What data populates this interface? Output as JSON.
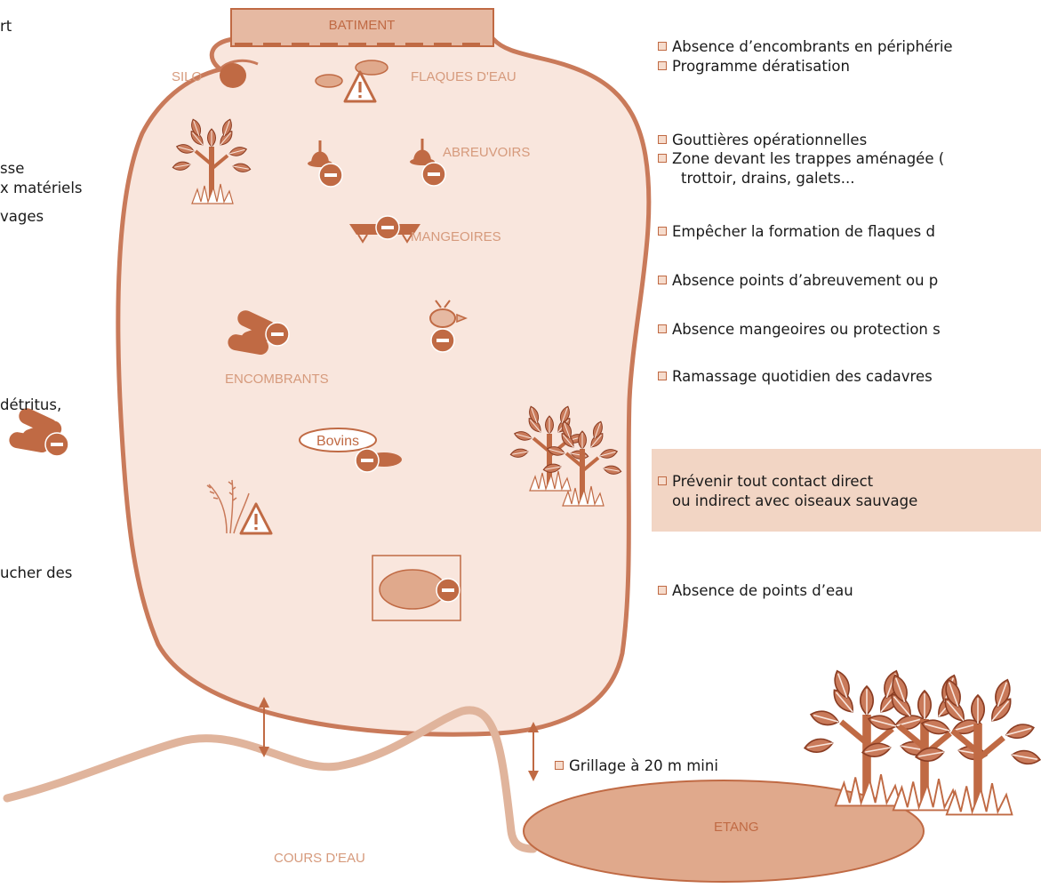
{
  "colors": {
    "field": "#f9e6dd",
    "outline": "#c97a5a",
    "dark": "#c06a44",
    "label": "#d69a7c",
    "highlight": "#f2d5c4"
  },
  "diagram": {
    "building": "BATIMENT",
    "silo": "SILO",
    "puddles": "FLAQUES D'EAU",
    "troughs": "ABREUVOIRS",
    "feeders": "MANGEOIRES",
    "clutter": "ENCOMBRANTS",
    "cattle": "Bovins",
    "stream": "COURS D'EAU",
    "pond": "ETANG"
  },
  "left_fragments": [
    "rt",
    "sse",
    "x matériels",
    "vages",
    "détritus,",
    "ucher des"
  ],
  "checklist": [
    "Absence d’encombrants en périphérie",
    "Programme dératisation",
    "Gouttières opérationnelles",
    "Zone devant les trappes aménagée (",
    "trottoir, drains, galets...",
    "Empêcher la formation de flaques d",
    "Absence points d’abreuvement ou p",
    "Absence mangeoires ou protection s",
    "Ramassage quotidien des cadavres",
    "Prévenir tout contact direct",
    "ou indirect avec oiseaux sauvage",
    "Absence de points d’eau",
    "Grillage à 20 m mini"
  ]
}
